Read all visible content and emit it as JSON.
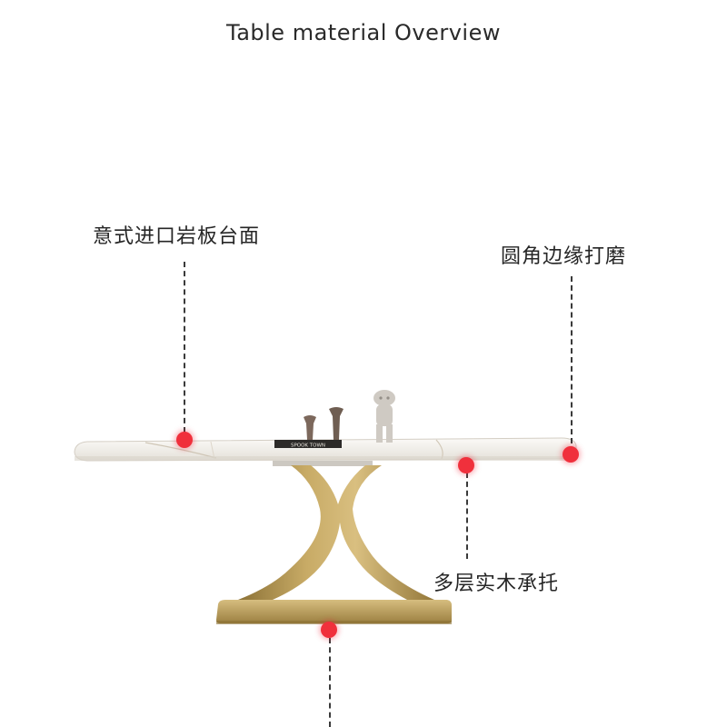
{
  "title": "Table material Overview",
  "callouts": {
    "tabletop": {
      "label": "意式进口岩板台面",
      "icon": "red-dot-marker"
    },
    "edge": {
      "label": "圆角边缘打磨",
      "icon": "red-dot-marker"
    },
    "support": {
      "label": "多层实木承托",
      "icon": "red-dot-marker"
    },
    "base": {
      "icon": "red-dot-marker"
    }
  },
  "book_spine": "SPOOK TOWN",
  "colors": {
    "marker": "#f0303c",
    "gold": "#b99a55",
    "gold_dark": "#8c7237",
    "marble": "#f4f1ec",
    "dash": "#3a3a3a"
  }
}
